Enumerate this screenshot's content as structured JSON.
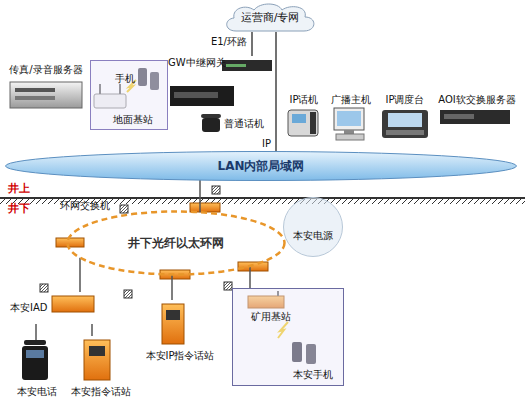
{
  "diagram": {
    "nodes": [
      {
        "text": [
          "运营商/专网"
        ]
      },
      {
        "text": [
          "传真/录音服务器"
        ]
      },
      {
        "text": [
          "手机",
          "地面基站"
        ]
      },
      {
        "text": [
          "GW中继网关"
        ]
      },
      {
        "text": [
          "普通话机"
        ]
      },
      {
        "text": [
          "IP话机"
        ]
      },
      {
        "text": [
          "广播主机"
        ]
      },
      {
        "text": [
          "IP调度台"
        ]
      },
      {
        "text": [
          "AOI软交换服务器"
        ]
      },
      {
        "text": [
          "LAN内部局域网"
        ]
      },
      {
        "text": [
          "井下光纤以太环网"
        ]
      },
      {
        "text": [
          "环网交换机"
        ]
      },
      {
        "text": [
          "本安电源"
        ]
      },
      {
        "text": [
          "本安IAD"
        ]
      },
      {
        "text": [
          "本安电话"
        ]
      },
      {
        "text": [
          "本安指令话站"
        ]
      },
      {
        "text": [
          "本安IP指令话站"
        ]
      },
      {
        "text": [
          "矿用基站",
          "本安手机"
        ]
      }
    ],
    "edges": [
      {
        "from": 0,
        "to": 3,
        "label": "E1/环路",
        "arrow": "none"
      },
      {
        "from": 0,
        "to": 9,
        "label": "IP",
        "arrow": "none"
      },
      {
        "from": 9,
        "to": 10,
        "arrow": "none"
      },
      {
        "from": 10,
        "to": 13,
        "arrow": "none"
      },
      {
        "from": 10,
        "to": 16,
        "arrow": "none"
      },
      {
        "from": 10,
        "to": 17,
        "arrow": "none"
      },
      {
        "from": 13,
        "to": 14,
        "arrow": "none"
      },
      {
        "from": 13,
        "to": 15,
        "arrow": "none"
      }
    ],
    "labels": [
      "井上",
      "井下"
    ]
  }
}
